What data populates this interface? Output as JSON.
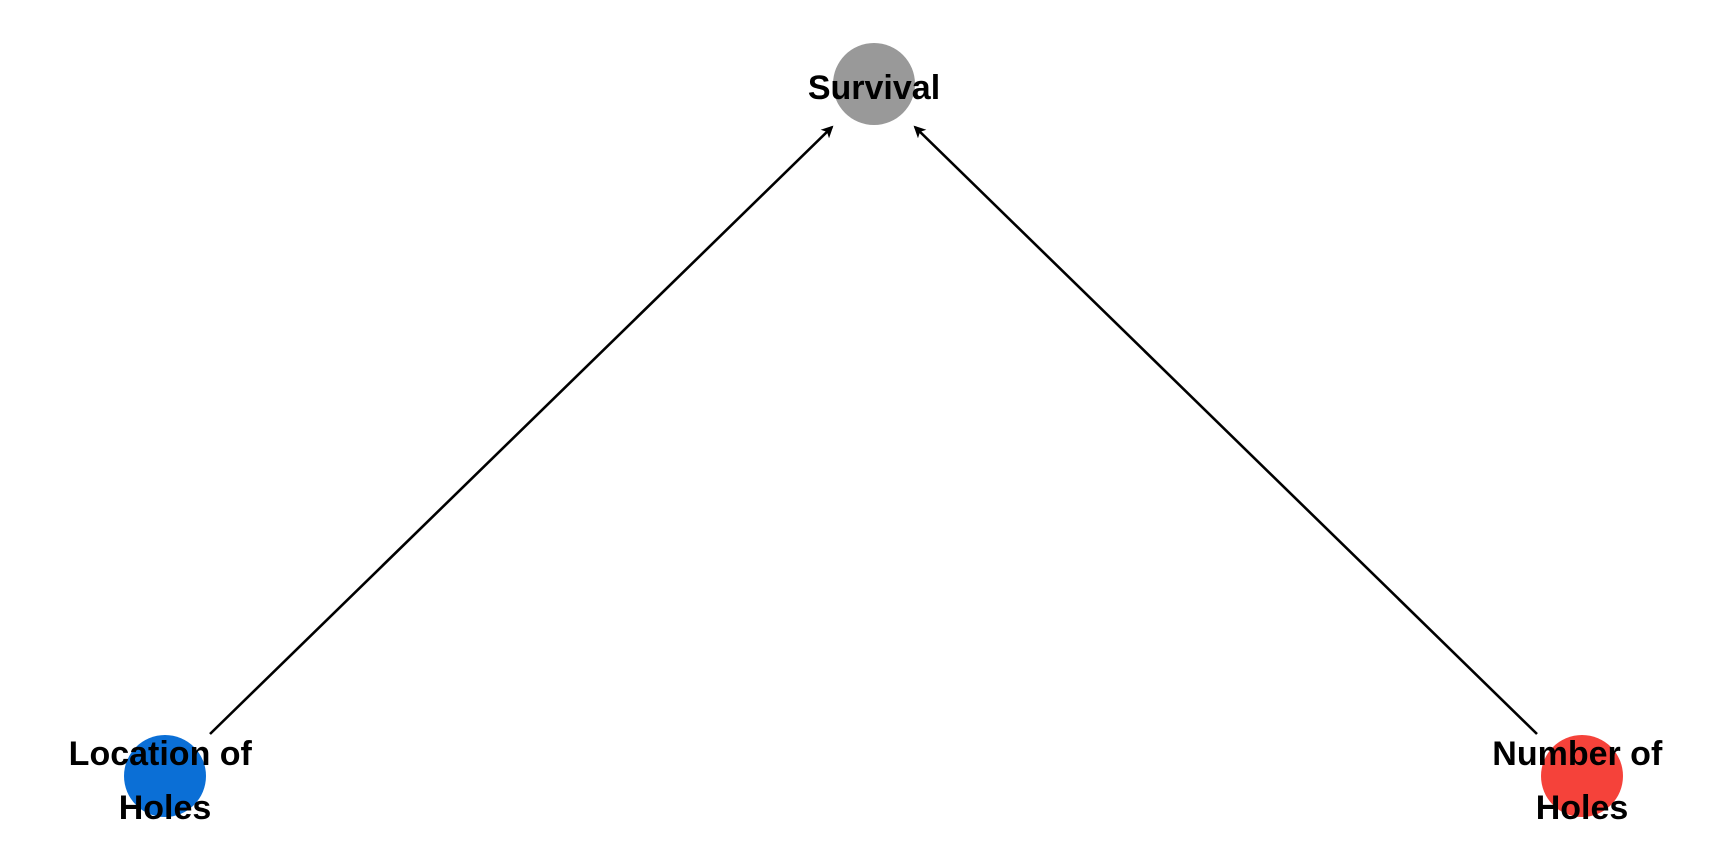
{
  "diagram": {
    "nodes": [
      {
        "id": "survival",
        "label_lines": [
          "Survival"
        ],
        "color": "#999999"
      },
      {
        "id": "location",
        "label_lines": [
          "Location of",
          "Holes"
        ],
        "color": "#0B6FD6"
      },
      {
        "id": "number",
        "label_lines": [
          "Number of",
          "Holes"
        ],
        "color": "#F5423A"
      }
    ],
    "edges": [
      {
        "from": "location",
        "to": "survival"
      },
      {
        "from": "number",
        "to": "survival"
      }
    ]
  }
}
